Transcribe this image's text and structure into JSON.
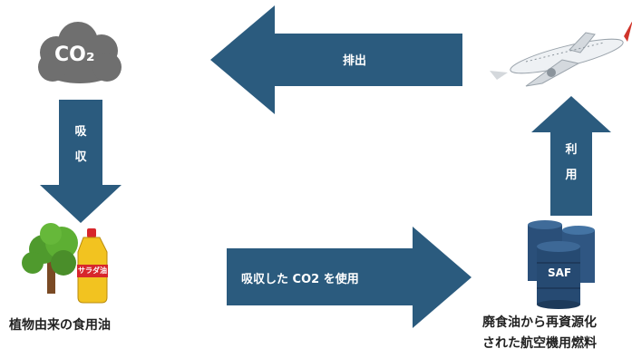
{
  "diagram": {
    "co2_cloud_label": "CO₂",
    "emit_label": "排出",
    "absorb_label_1": "吸",
    "absorb_label_2": "収",
    "use_label_1": "利",
    "use_label_2": "用",
    "absorbed_co2_label": "吸収した CO2 を使用",
    "plant_oil_caption": "植物由来の食用油",
    "saf_caption_line1": "廃食油から再資源化",
    "saf_caption_line2": "された航空機用燃料",
    "oil_bottle_label": "サラダ油",
    "saf_drum_label": "SAF"
  },
  "colors": {
    "arrow_fill": "#2b5b7e",
    "cloud_fill": "#6f6f6f",
    "tree_green": "#4f9a2d",
    "oil_yellow": "#f2c320",
    "drum_blue": "#2a4f79"
  }
}
